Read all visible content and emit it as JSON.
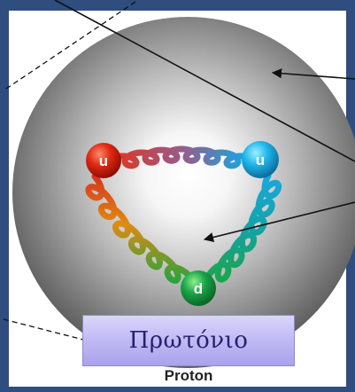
{
  "quarks": {
    "top_left": "u",
    "top_right": "u",
    "bottom": "d"
  },
  "caption": {
    "greek": "Πρωτόνιο",
    "english": "Proton"
  }
}
